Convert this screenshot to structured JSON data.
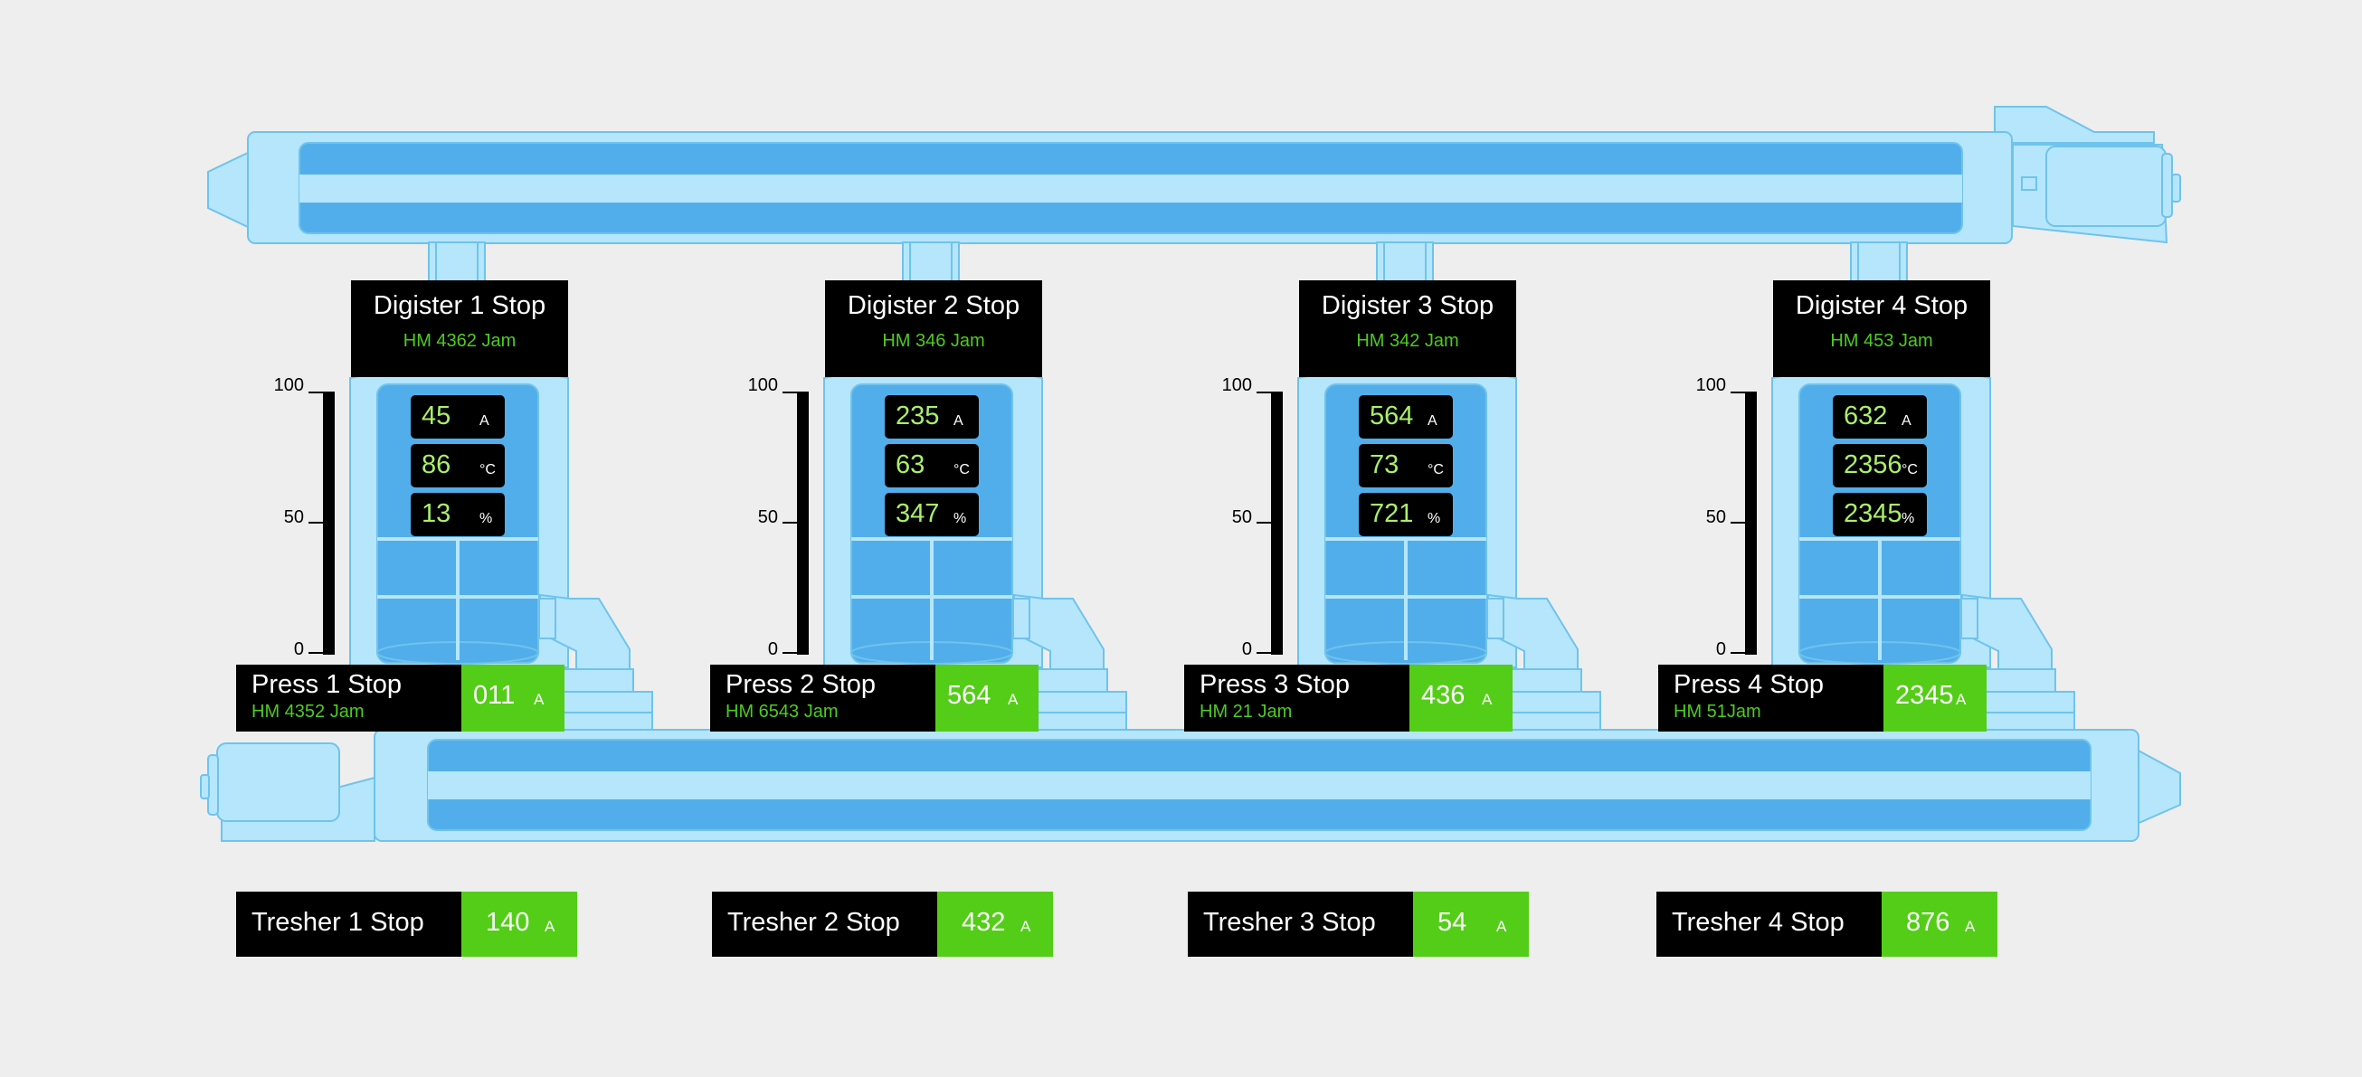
{
  "colors": {
    "background": "#eeeeee",
    "pipe_light": "#b5e6fb",
    "pipe_dark": "#52aeea",
    "label_bg": "#000000",
    "status_green": "#54cd18",
    "reading_text": "#a9f06a",
    "subtitle_text": "#4ecb1f"
  },
  "gauge_ticks": {
    "top": "100",
    "mid": "50",
    "bottom": "0"
  },
  "digesters": [
    {
      "title": "Digister 1 Stop",
      "subtitle": "HM 4362 Jam",
      "readings": [
        {
          "value": "45",
          "unit": "A"
        },
        {
          "value": "86",
          "unit": "°C"
        },
        {
          "value": "13",
          "unit": "%"
        }
      ]
    },
    {
      "title": "Digister 2 Stop",
      "subtitle": "HM 346 Jam",
      "readings": [
        {
          "value": "235",
          "unit": "A"
        },
        {
          "value": "63",
          "unit": "°C"
        },
        {
          "value": "347",
          "unit": "%"
        }
      ]
    },
    {
      "title": "Digister 3 Stop",
      "subtitle": "HM 342 Jam",
      "readings": [
        {
          "value": "564",
          "unit": "A"
        },
        {
          "value": "73",
          "unit": "°C"
        },
        {
          "value": "721",
          "unit": "%"
        }
      ]
    },
    {
      "title": "Digister 4 Stop",
      "subtitle": "HM 453 Jam",
      "readings": [
        {
          "value": "632",
          "unit": "A"
        },
        {
          "value": "2356",
          "unit": "°C"
        },
        {
          "value": "2345",
          "unit": "%"
        }
      ]
    }
  ],
  "presses": [
    {
      "title": "Press  1 Stop",
      "subtitle": "HM 4352 Jam",
      "value": "011",
      "unit": "A"
    },
    {
      "title": "Press  2 Stop",
      "subtitle": "HM 6543 Jam",
      "value": "564",
      "unit": "A"
    },
    {
      "title": "Press  3 Stop",
      "subtitle": "HM 21 Jam",
      "value": "436",
      "unit": "A"
    },
    {
      "title": "Press  4 Stop",
      "subtitle": "HM 51Jam",
      "value": "2345",
      "unit": "A"
    }
  ],
  "threshers": [
    {
      "title": "Tresher  1 Stop",
      "value": "140",
      "unit": "A"
    },
    {
      "title": "Tresher  2 Stop",
      "value": "432",
      "unit": "A"
    },
    {
      "title": "Tresher  3 Stop",
      "value": "54",
      "unit": "A"
    },
    {
      "title": "Tresher  4 Stop",
      "value": "876",
      "unit": "A"
    }
  ]
}
